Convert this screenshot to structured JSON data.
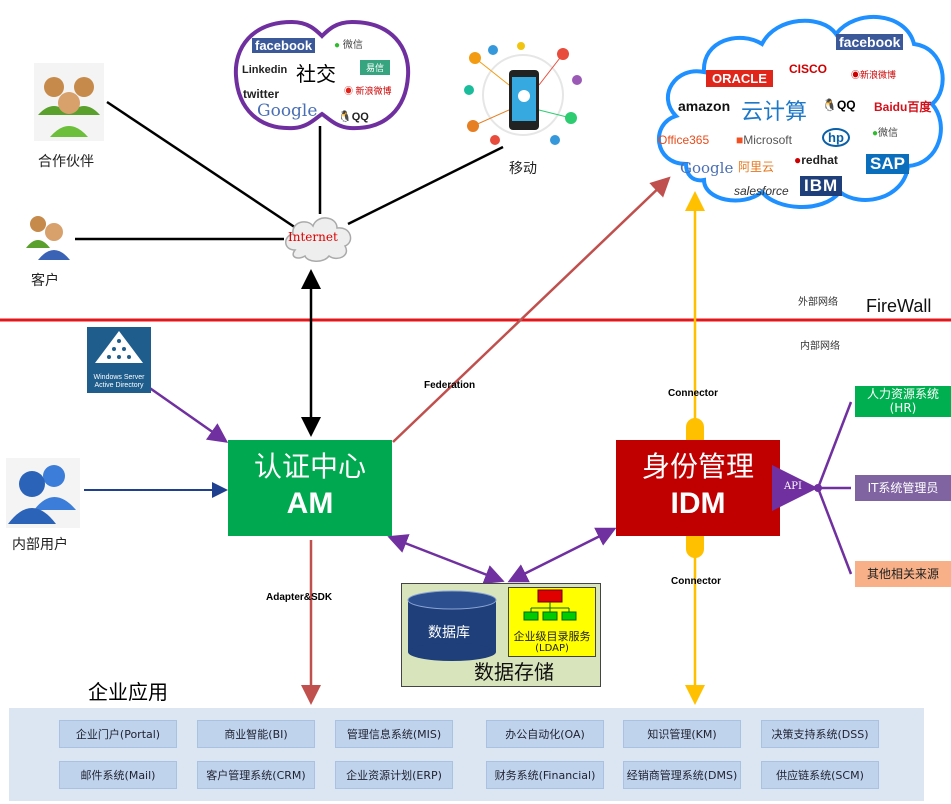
{
  "social": {
    "title": "社交",
    "logos": [
      "facebook",
      "Linkedin",
      "twitter",
      "Google",
      "微信",
      "易信",
      "新浪微博",
      "QQ"
    ]
  },
  "mobile": {
    "label": "移动"
  },
  "partners": {
    "label": "合作伙伴"
  },
  "customers": {
    "label": "客户"
  },
  "internet": {
    "label": "Internet"
  },
  "cloud": {
    "title": "云计算",
    "logos": [
      "facebook",
      "CISCO",
      "ORACLE",
      "新浪微博",
      "amazon",
      "QQ",
      "Baidu百度",
      "Office365",
      "Microsoft",
      "hp",
      "微信",
      "Google",
      "阿里云",
      "redhat",
      "SAP",
      "salesforce",
      "IBM"
    ]
  },
  "firewall": {
    "label": "FireWall",
    "outer": "外部网络",
    "inner": "内部网络"
  },
  "windows_ad": {
    "line1": "Windows Server",
    "line2": "Active Directory"
  },
  "internal_users": {
    "label": "内部用户"
  },
  "am": {
    "cn": "认证中心",
    "en": "AM"
  },
  "idm": {
    "cn": "身份管理",
    "en": "IDM"
  },
  "edges": {
    "federation": "Federation",
    "connector_top": "Connector",
    "connector_bottom": "Connector",
    "adapter_sdk": "Adapter&SDK",
    "api": "API"
  },
  "sources": {
    "hr": "人力资源系统\n(HR)",
    "it": "IT系统管理员",
    "other": "其他相关来源"
  },
  "storage": {
    "title": "数据存储",
    "db": "数据库",
    "ldap_line1": "企业级目录服务",
    "ldap_line2": "(LDAP)"
  },
  "enterprise": {
    "title": "企业应用",
    "apps": [
      "企业门户(Portal)",
      "商业智能(BI)",
      "管理信息系统(MIS)",
      "办公自动化(OA)",
      "知识管理(KM)",
      "决策支持系统(DSS)",
      "邮件系统(Mail)",
      "客户管理系统(CRM)",
      "企业资源计划(ERP)",
      "财务系统(Financial)",
      "经销商管理系统(DMS)",
      "供应链系统(SCM)"
    ]
  },
  "colors": {
    "am": "#00a94f",
    "idm": "#c00000",
    "firewall": "#e3171b",
    "purple": "#7030a0",
    "gold": "#ffc000",
    "brown": "#c0504d",
    "hr": "#00b050",
    "it": "#8064a2",
    "other": "#f7b088"
  }
}
